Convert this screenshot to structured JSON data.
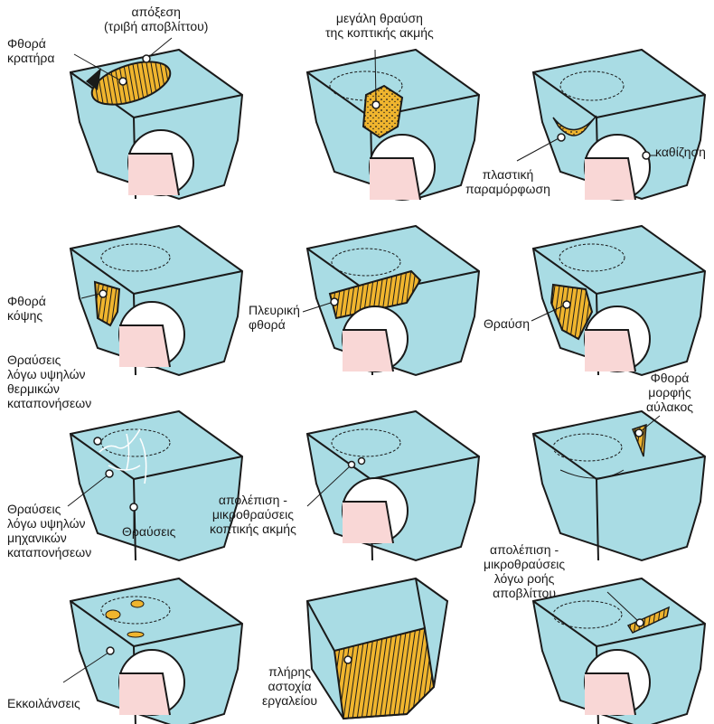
{
  "figure": {
    "panels": [
      {
        "id": "crater",
        "labels": [
          "Φθορά\nκρατήρα",
          "απόξεση\n(τριβή αποβλίττου)"
        ]
      },
      {
        "id": "edge-fracture",
        "labels": [
          "μεγάλη θραύση\nτης κοπτικής ακμής"
        ]
      },
      {
        "id": "deformation",
        "labels": [
          "πλαστική\nπαραμόρφωση",
          "καθίζηση"
        ]
      },
      {
        "id": "flank-notch",
        "labels": [
          "Φθορά\nκόψης"
        ]
      },
      {
        "id": "flank",
        "labels": [
          "Πλευρική\nφθορά"
        ]
      },
      {
        "id": "fracture",
        "labels": [
          "Θραύση"
        ]
      },
      {
        "id": "cracks",
        "labels": [
          "Θραύσεις\nλόγω υψηλών\nθερμικών\nκαταπονήσεων",
          "Θραύσεις\nλόγω υψηλών\nμηχανικών\nκαταπονήσεων",
          "Θραύσεις"
        ]
      },
      {
        "id": "chipping",
        "labels": [
          "απολέπιση -\nμικροθραύσεις\nκοπτικής ακμής"
        ]
      },
      {
        "id": "groove",
        "labels": [
          "Φθορά\nμορφής\nαύλακος"
        ]
      },
      {
        "id": "pitting",
        "labels": [
          "Εκκοιλάνσεις"
        ]
      },
      {
        "id": "total-failure",
        "labels": [
          "πλήρης\nαστοχία\nεργαλείου"
        ]
      },
      {
        "id": "chip-flow",
        "labels": [
          "απολέπιση -\nμικροθραύσεις\nλόγω ροής\nαποβλίττου"
        ]
      }
    ],
    "colors": {
      "tool": "#a9dce4",
      "wear": "#f0b52e",
      "workpiece": "#f9d7d6",
      "outline": "#1a1a1a"
    }
  }
}
